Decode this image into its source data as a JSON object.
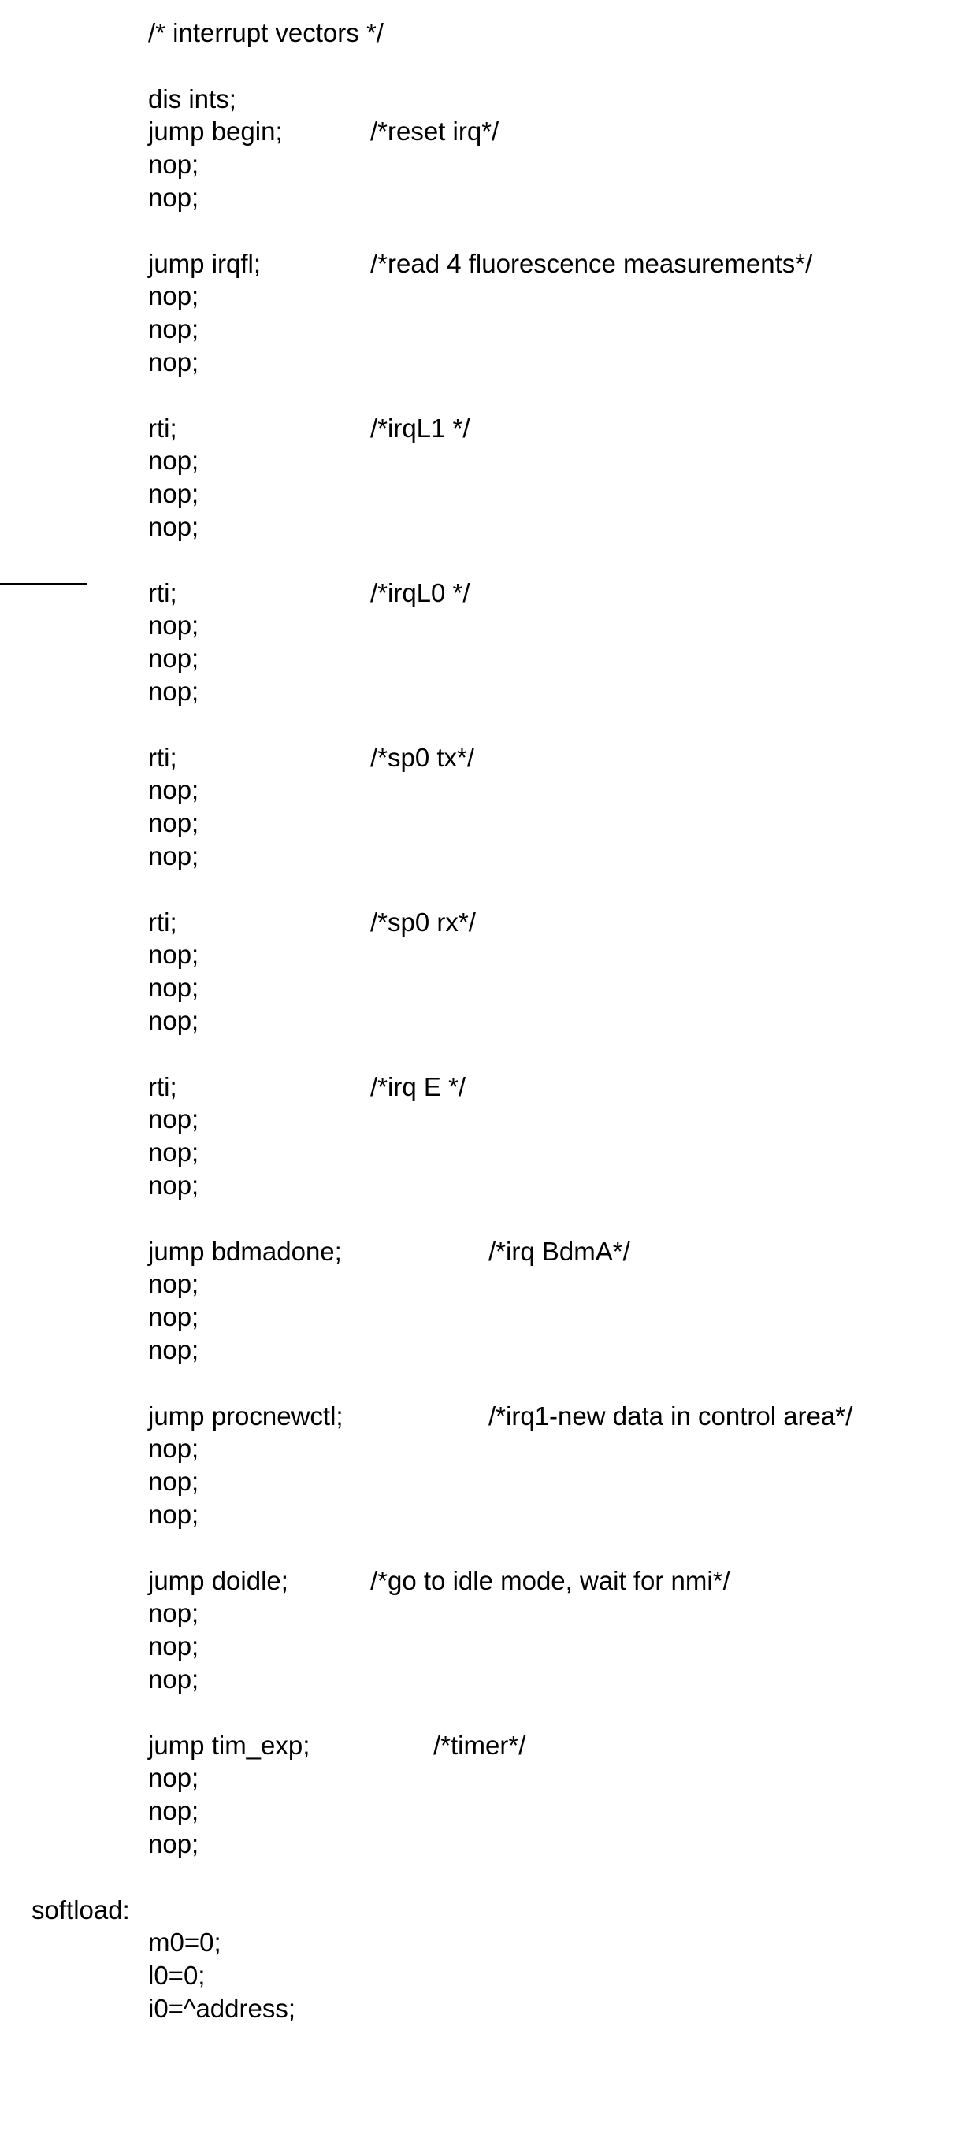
{
  "doc": {
    "lines": [
      {
        "t": 1,
        "code": "/* interrupt vectors */"
      },
      {
        "t": 1,
        "code": ""
      },
      {
        "t": 1,
        "code": "dis ints;"
      },
      {
        "t": 1,
        "code": "jump begin;",
        "comment": "/*reset irq*/",
        "col": 1
      },
      {
        "t": 1,
        "code": "nop;"
      },
      {
        "t": 1,
        "code": "nop;"
      },
      {
        "t": 1,
        "code": ""
      },
      {
        "t": 1,
        "code": "jump irqfl;",
        "comment": "/*read 4 fluorescence measurements*/",
        "col": 1
      },
      {
        "t": 1,
        "code": "nop;"
      },
      {
        "t": 1,
        "code": "nop;"
      },
      {
        "t": 1,
        "code": "nop;"
      },
      {
        "t": 1,
        "code": ""
      },
      {
        "t": 1,
        "code": "rti;",
        "comment": "/*irqL1 */",
        "col": 1
      },
      {
        "t": 1,
        "code": "nop;"
      },
      {
        "t": 1,
        "code": "nop;"
      },
      {
        "t": 1,
        "code": "nop;"
      },
      {
        "t": 1,
        "code": ""
      },
      {
        "t": 1,
        "code": "rti;",
        "comment": "/*irqL0 */",
        "col": 1
      },
      {
        "t": 1,
        "code": "nop;"
      },
      {
        "t": 1,
        "code": "nop;"
      },
      {
        "t": 1,
        "code": "nop;"
      },
      {
        "t": 1,
        "code": ""
      },
      {
        "t": 1,
        "code": "rti;",
        "comment": "/*sp0 tx*/",
        "col": 1
      },
      {
        "t": 1,
        "code": "nop;"
      },
      {
        "t": 1,
        "code": "nop;"
      },
      {
        "t": 1,
        "code": "nop;"
      },
      {
        "t": 1,
        "code": ""
      },
      {
        "t": 1,
        "code": "rti;",
        "comment": "/*sp0 rx*/",
        "col": 1
      },
      {
        "t": 1,
        "code": "nop;"
      },
      {
        "t": 1,
        "code": "nop;"
      },
      {
        "t": 1,
        "code": "nop;"
      },
      {
        "t": 1,
        "code": ""
      },
      {
        "t": 1,
        "code": "rti;",
        "comment": "/*irq E */",
        "col": 1
      },
      {
        "t": 1,
        "code": "nop;"
      },
      {
        "t": 1,
        "code": "nop;"
      },
      {
        "t": 1,
        "code": "nop;"
      },
      {
        "t": 1,
        "code": ""
      },
      {
        "t": 1,
        "code": "jump bdmadone;",
        "comment": "/*irq BdmA*/",
        "col": 2
      },
      {
        "t": 1,
        "code": "nop;"
      },
      {
        "t": 1,
        "code": "nop;"
      },
      {
        "t": 1,
        "code": "nop;"
      },
      {
        "t": 1,
        "code": ""
      },
      {
        "t": 1,
        "code": "jump procnewctl;",
        "comment": "/*irq1-new data in control area*/",
        "col": 2
      },
      {
        "t": 1,
        "code": "nop;"
      },
      {
        "t": 1,
        "code": "nop;"
      },
      {
        "t": 1,
        "code": "nop;"
      },
      {
        "t": 1,
        "code": ""
      },
      {
        "t": 1,
        "code": "jump doidle;",
        "comment": "/*go to idle mode, wait for nmi*/",
        "col": 1
      },
      {
        "t": 1,
        "code": "nop;"
      },
      {
        "t": 1,
        "code": "nop;"
      },
      {
        "t": 1,
        "code": "nop;"
      },
      {
        "t": 1,
        "code": ""
      },
      {
        "t": 1,
        "code": "jump tim_exp;",
        "comment": "/*timer*/",
        "col": 3
      },
      {
        "t": 1,
        "code": "nop;"
      },
      {
        "t": 1,
        "code": "nop;"
      },
      {
        "t": 1,
        "code": "nop;"
      },
      {
        "t": 1,
        "code": ""
      },
      {
        "t": 0,
        "code": "softload:"
      },
      {
        "t": 1,
        "code": "m0=0;"
      },
      {
        "t": 1,
        "code": "l0=0;"
      },
      {
        "t": 1,
        "code": "i0=^address;"
      }
    ]
  }
}
